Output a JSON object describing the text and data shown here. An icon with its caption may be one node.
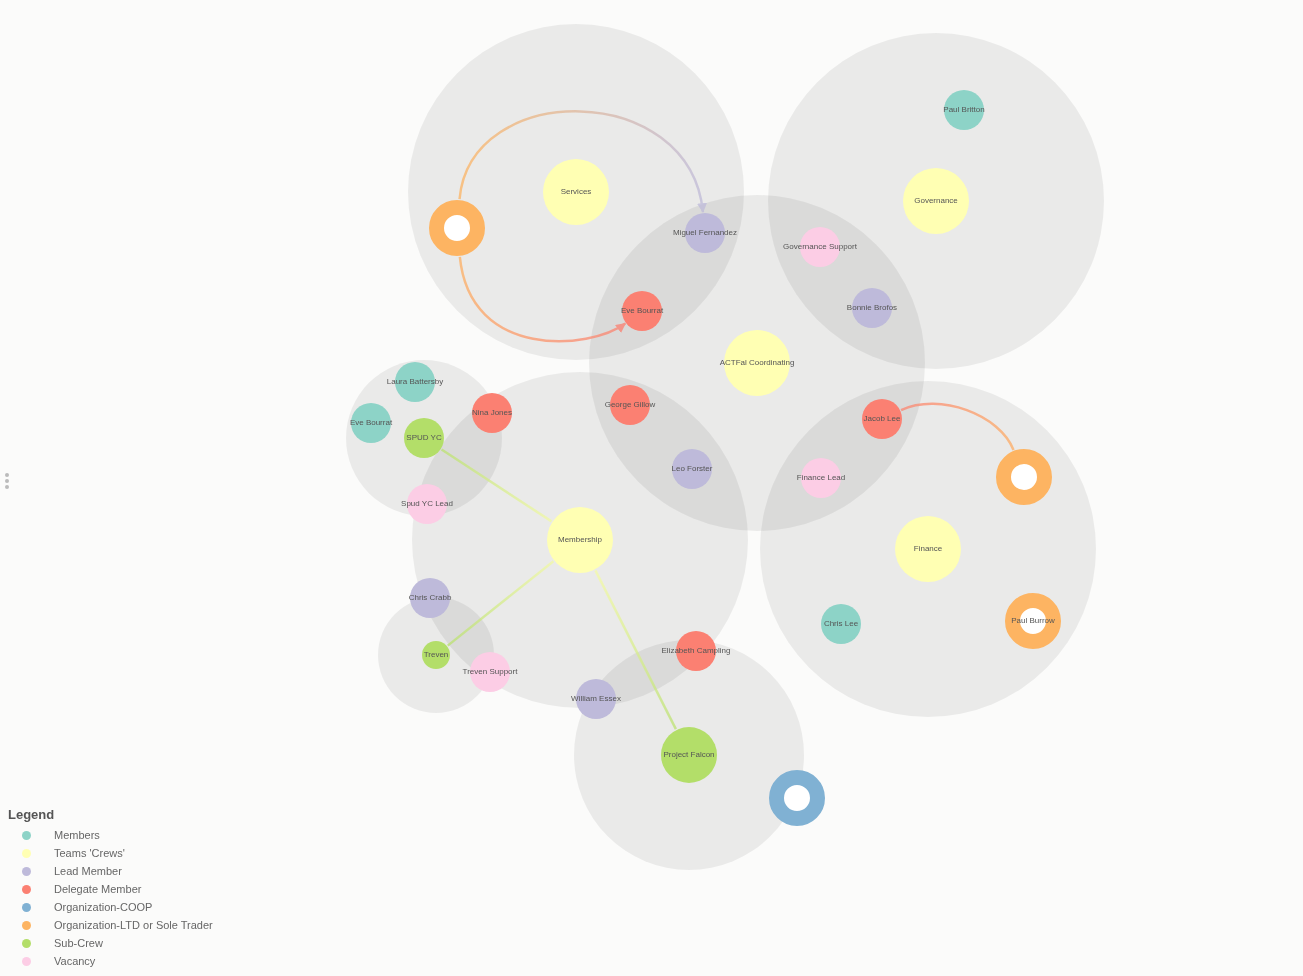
{
  "diagram": {
    "nodes": [
      {
        "text": [
          "Services"
        ]
      },
      {
        "text": [],
        "shape": "circle"
      },
      {
        "text": [
          "Miguel Fernandez"
        ]
      },
      {
        "text": [
          "Eve Bourrat"
        ]
      },
      {
        "text": [
          "Paul Britton"
        ]
      },
      {
        "text": [
          "Governance"
        ]
      },
      {
        "text": [
          "Governance Support"
        ]
      },
      {
        "text": [
          "Bonnie Brofos"
        ]
      },
      {
        "text": [
          "ACTFal Coordinating"
        ]
      },
      {
        "text": [
          "Laura Battersby"
        ]
      },
      {
        "text": [
          "Eve Bourrat"
        ]
      },
      {
        "text": [
          "Nina Jones"
        ]
      },
      {
        "text": [
          "SPUD YC"
        ]
      },
      {
        "text": [
          "George Gillow"
        ]
      },
      {
        "text": [
          "Leo Forster"
        ]
      },
      {
        "text": [
          "Jacob Lee"
        ]
      },
      {
        "text": [
          "Finance Lead"
        ]
      },
      {
        "text": [],
        "shape": "circle"
      },
      {
        "text": [
          "Spud YC Lead"
        ]
      },
      {
        "text": [
          "Membership"
        ]
      },
      {
        "text": [
          "Finance"
        ]
      },
      {
        "text": [
          "Chris Crabb"
        ]
      },
      {
        "text": [
          "Chris Lee"
        ]
      },
      {
        "text": [
          "Paul Burrow"
        ]
      },
      {
        "text": [
          "Elizabeth Campling"
        ]
      },
      {
        "text": [
          "Treven"
        ]
      },
      {
        "text": [
          "Treven Support"
        ]
      },
      {
        "text": [
          "William Essex"
        ]
      },
      {
        "text": [
          "Project Falcon"
        ]
      },
      {
        "text": [],
        "shape": "circle"
      }
    ],
    "edges": [
      {
        "from": 1,
        "to": 2,
        "arrow": "to"
      },
      {
        "from": 1,
        "to": 3,
        "arrow": "to"
      },
      {
        "from": 15,
        "to": 17,
        "arrow": "none"
      },
      {
        "from": 12,
        "to": 19,
        "arrow": "none"
      },
      {
        "from": 19,
        "to": 25,
        "arrow": "none"
      },
      {
        "from": 19,
        "to": 28,
        "arrow": "none"
      }
    ],
    "labels": [
      "Legend"
    ],
    "legend": [
      {
        "text": "Members",
        "color": "#8dd3c7"
      },
      {
        "text": "Teams 'Crews'",
        "color": "#ffffb3"
      },
      {
        "text": "Lead Member",
        "color": "#bebada"
      },
      {
        "text": "Delegate Member",
        "color": "#fb8072"
      },
      {
        "text": "Organization-COOP",
        "color": "#80b1d3"
      },
      {
        "text": "Organization-LTD or Sole Trader",
        "color": "#fdb462"
      },
      {
        "text": "Sub-Crew",
        "color": "#b3de69"
      },
      {
        "text": "Vacancy",
        "color": "#fccde5"
      }
    ]
  }
}
